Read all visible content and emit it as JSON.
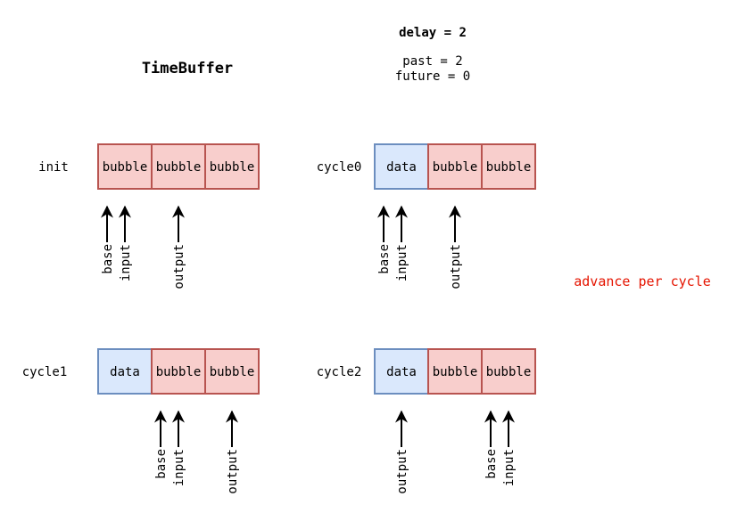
{
  "title": "TimeBuffer",
  "config": {
    "delay": "delay = 2",
    "past": "past = 2",
    "future": "future = 0"
  },
  "note": "advance per cycle",
  "colors": {
    "bubble_fill": "#f8cecc",
    "bubble_stroke": "#b85450",
    "data_fill": "#dae8fc",
    "data_stroke": "#6c8ebf",
    "note": "#e51400"
  },
  "panels": [
    {
      "label": "init",
      "cells": [
        {
          "text": "bubble",
          "kind": "bubble"
        },
        {
          "text": "bubble",
          "kind": "bubble"
        },
        {
          "text": "bubble",
          "kind": "bubble"
        }
      ],
      "pointers": [
        {
          "text": "base",
          "cell": 0,
          "slot": 0
        },
        {
          "text": "input",
          "cell": 0,
          "slot": 1
        },
        {
          "text": "output",
          "cell": 1,
          "slot": 1
        }
      ]
    },
    {
      "label": "cycle0",
      "cells": [
        {
          "text": "data",
          "kind": "data"
        },
        {
          "text": "bubble",
          "kind": "bubble"
        },
        {
          "text": "bubble",
          "kind": "bubble"
        }
      ],
      "pointers": [
        {
          "text": "base",
          "cell": 0,
          "slot": 0
        },
        {
          "text": "input",
          "cell": 0,
          "slot": 1
        },
        {
          "text": "output",
          "cell": 1,
          "slot": 1
        }
      ]
    },
    {
      "label": "cycle1",
      "cells": [
        {
          "text": "data",
          "kind": "data"
        },
        {
          "text": "bubble",
          "kind": "bubble"
        },
        {
          "text": "bubble",
          "kind": "bubble"
        }
      ],
      "pointers": [
        {
          "text": "base",
          "cell": 1,
          "slot": 0
        },
        {
          "text": "input",
          "cell": 1,
          "slot": 1
        },
        {
          "text": "output",
          "cell": 2,
          "slot": 1
        }
      ]
    },
    {
      "label": "cycle2",
      "cells": [
        {
          "text": "data",
          "kind": "data"
        },
        {
          "text": "bubble",
          "kind": "bubble"
        },
        {
          "text": "bubble",
          "kind": "bubble"
        }
      ],
      "pointers": [
        {
          "text": "output",
          "cell": 0,
          "slot": 1
        },
        {
          "text": "base",
          "cell": 2,
          "slot": 0
        },
        {
          "text": "input",
          "cell": 2,
          "slot": 1
        }
      ]
    }
  ]
}
